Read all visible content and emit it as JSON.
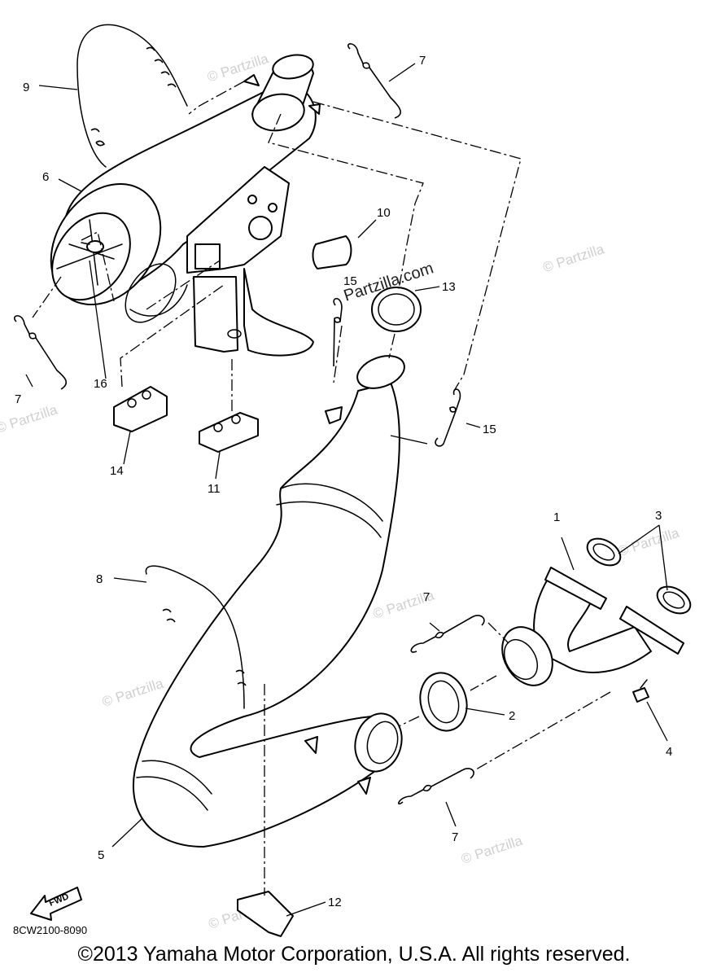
{
  "diagram": {
    "title": "",
    "callouts": {
      "c1": "1",
      "c2": "2",
      "c3": "3",
      "c4": "4",
      "c5": "5",
      "c6": "6",
      "c7a": "7",
      "c7b": "7",
      "c7c": "7",
      "c7d": "7",
      "c8": "8",
      "c9": "9",
      "c10": "10",
      "c11": "11",
      "c12": "12",
      "c13": "13",
      "c14": "14",
      "c15a": "15",
      "c15b": "15",
      "c16": "16"
    },
    "diagram_code": "8CW2100-8090",
    "fwd_label": "FWD",
    "watermark": "© Partzilla",
    "watermark_url": "Partzilla.com"
  },
  "footer": {
    "copyright": "©2013 Yamaha Motor Corporation, U.S.A. All rights reserved."
  }
}
